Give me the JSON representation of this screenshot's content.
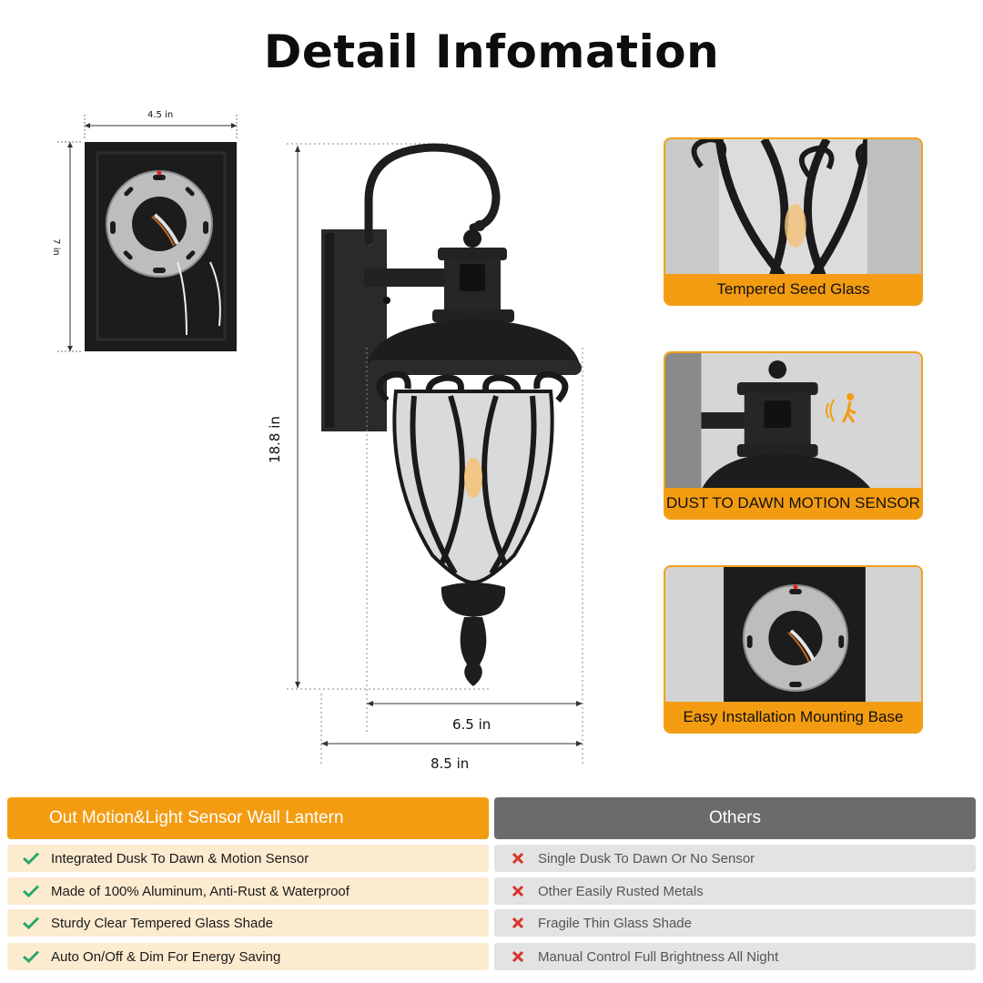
{
  "title": "Detail Infomation",
  "dimensions": {
    "base_width": "4.5 in",
    "base_height": "7 in",
    "lantern_height": "18.8 in",
    "lantern_depth_inner": "6.5 in",
    "lantern_depth_outer": "8.5 in"
  },
  "features": [
    {
      "caption": "Tempered Seed Glass",
      "icon": "glass-lantern-closeup"
    },
    {
      "caption": "DUST TO DAWN MOTION SENSOR",
      "icon": "motion-sensor-closeup"
    },
    {
      "caption": "Easy Installation Mounting Base",
      "icon": "mounting-plate-closeup"
    }
  ],
  "comparison": {
    "left_header": "Out Motion&Light Sensor Wall Lantern",
    "right_header": "Others",
    "left_items": [
      "Integrated Dusk To Dawn & Motion Sensor",
      "Made of 100% Aluminum, Anti-Rust & Waterproof",
      "Sturdy Clear Tempered Glass Shade",
      "Auto On/Off & Dim For Energy Saving"
    ],
    "right_items": [
      "Single Dusk To Dawn Or No Sensor",
      "Other Easily Rusted Metals",
      "Fragile Thin Glass Shade",
      "Manual Control Full Brightness All Night"
    ]
  },
  "colors": {
    "accent": "#f39c12",
    "check": "#2aa86b",
    "cross": "#d9342b",
    "others_header": "#6b6b6b"
  }
}
